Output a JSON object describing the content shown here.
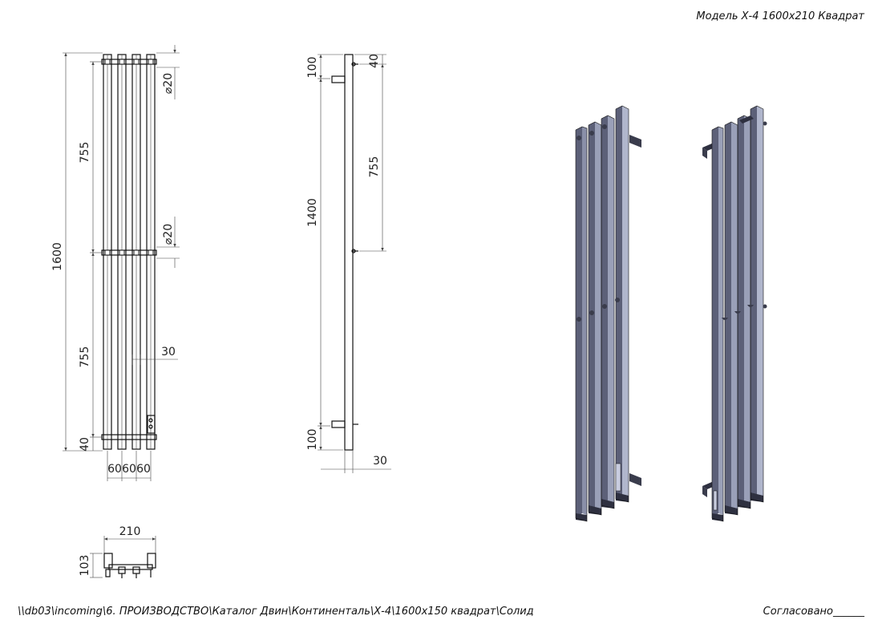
{
  "title": "Модель Х-4 1600х210 Квадрат",
  "footer": {
    "path": "\\\\db03\\incoming\\6. ПРОИЗВОДСТВО\\Каталог Двин\\Континенталь\\Х-4\\1600х150 квадрат\\Солид",
    "approved": "Согласовано______"
  },
  "front_view": {
    "overall_height": "1600",
    "upper_span": "755",
    "lower_span": "755",
    "bottom_offset": "40",
    "dia_upper": "⌀20",
    "dia_lower": "⌀20",
    "tube_offset": "30",
    "pitch": [
      "60",
      "60",
      "60"
    ]
  },
  "side_view": {
    "top_mount": "100",
    "top_pin": "40",
    "pin_span": "755",
    "mount_span": "1400",
    "bottom_mount": "100",
    "depth": "30"
  },
  "top_view": {
    "width": "210",
    "depth": "103"
  },
  "colors": {
    "line": "#111111",
    "dim_line": "#444444",
    "bar_face": "#8a8fa8",
    "bar_side": "#5c6078",
    "bar_dark": "#2e3040",
    "bar_light": "#c9cde0"
  }
}
